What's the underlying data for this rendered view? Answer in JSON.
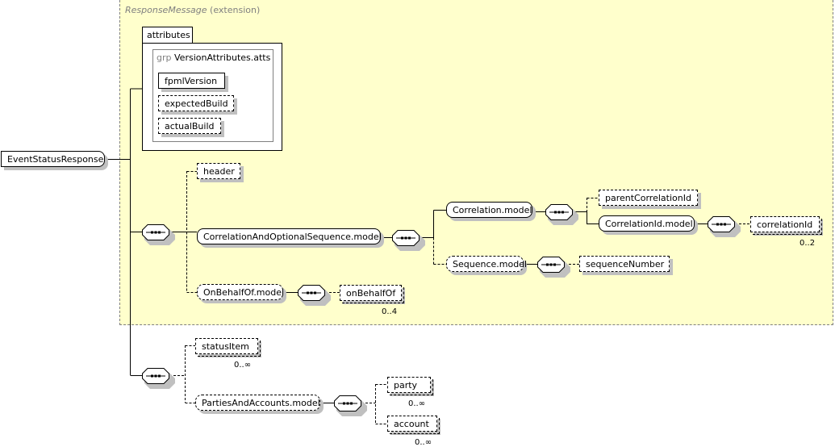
{
  "extension": {
    "base": "ResponseMessage",
    "kind": "(extension)"
  },
  "root": {
    "label": "EventStatusResponse"
  },
  "attributes": {
    "tab_label": "attributes",
    "group": {
      "keyword": "grp",
      "name": "VersionAttributes.atts"
    },
    "items": [
      {
        "label": "fpmlVersion",
        "required": true
      },
      {
        "label": "expectedBuild",
        "required": false
      },
      {
        "label": "actualBuild",
        "required": false
      }
    ]
  },
  "nodes": {
    "header": "header",
    "correlation_and_optional_sequence": "CorrelationAndOptionalSequence.model",
    "correlation_model": "Correlation.model",
    "parent_correlation_id": "parentCorrelationId",
    "correlation_id_model": "CorrelationId.model",
    "correlation_id": "correlationId",
    "sequence_model": "Sequence.model",
    "sequence_number": "sequenceNumber",
    "on_behalf_of_model": "OnBehalfOf.model",
    "on_behalf_of": "onBehalfOf",
    "status_item": "statusItem",
    "parties_and_accounts_model": "PartiesAndAccounts.model",
    "party": "party",
    "account": "account"
  },
  "multiplicities": {
    "correlation_id": "0..2",
    "on_behalf_of": "0..4",
    "status_item": "0..∞",
    "party": "0..∞",
    "account": "0..∞"
  },
  "colors": {
    "extension_bg": "#ffffcc",
    "extension_border": "#808080",
    "shadow": "#c0c0c0"
  }
}
